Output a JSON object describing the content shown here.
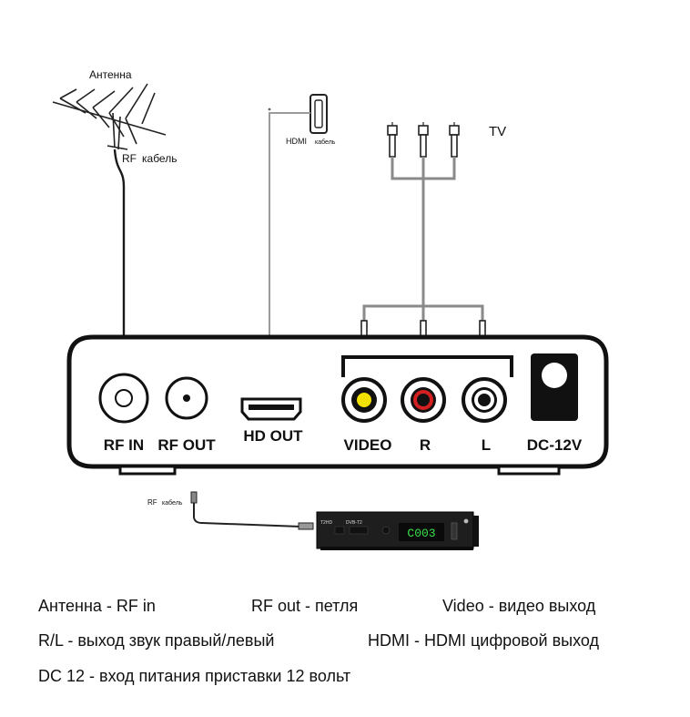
{
  "labels": {
    "antenna": "Антенна",
    "rf_cable_prefix": "RF",
    "rf_cable_word": "кабель",
    "hdmi_cable_prefix": "HDMI",
    "hdmi_cable_word": "кабель",
    "tv": "TV",
    "small_rf_prefix": "RF",
    "small_rf_word": "кабель"
  },
  "panel": {
    "ports": {
      "rf_in": "RF IN",
      "rf_out": "RF OUT",
      "hd_out": "HD OUT",
      "video": "VIDEO",
      "r": "R",
      "l": "L",
      "dc": "DC-12V"
    }
  },
  "device": {
    "display": "C003",
    "brand_left": "T2HD",
    "model": "DVB-T2"
  },
  "legend": {
    "antenna": "Антенна - RF in",
    "rf_out": "RF out - петля",
    "video": "Video - видео выход",
    "rl": "R/L - выход звук правый/левый",
    "hdmi": "HDMI - HDMI цифровой выход",
    "dc": "DC 12 - вход питания приставки 12 вольт"
  },
  "colors": {
    "video_jack": "#f2e200",
    "r_jack": "#d42020",
    "l_jack": "#ffffff",
    "cable_gray": "#8a8a8a",
    "display_green": "#39e04a"
  }
}
